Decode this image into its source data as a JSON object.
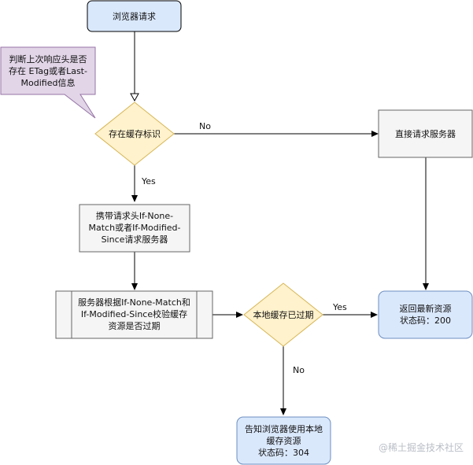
{
  "nodes": {
    "start": "浏览器请求",
    "note": [
      "判断上次响应头是否",
      "存在 ETag或者Last-",
      "Modified信息"
    ],
    "has_cache": "存在缓存标识",
    "direct_request": "直接请求服务器",
    "carry_headers": [
      "携带请求头If-None-",
      "Match或者If-Modified-",
      "Since请求服务器"
    ],
    "server_check": [
      "服务器根据If-None-Match和",
      "If-Modified-Since校验缓存",
      "资源是否过期"
    ],
    "local_expired": "本地缓存已过期",
    "return_latest": [
      "返回最新资源",
      "状态码：200"
    ],
    "notify_browser": [
      "告知浏览器使用本地",
      "缓存资源",
      "状态码：304"
    ]
  },
  "edges": {
    "no_1": "No",
    "yes_1": "Yes",
    "yes_2": "Yes",
    "no_2": "No"
  },
  "watermark": "@稀土掘金技术社区",
  "colors": {
    "blue_fill": "#dae8fc",
    "blue_stroke": "#6c8ebf",
    "gray_fill": "#f5f5f5",
    "gray_stroke": "#666666",
    "yellow_fill": "#fff2cc",
    "yellow_stroke": "#d6b656",
    "purple_fill": "#e1d5e7",
    "purple_stroke": "#9673a6"
  }
}
